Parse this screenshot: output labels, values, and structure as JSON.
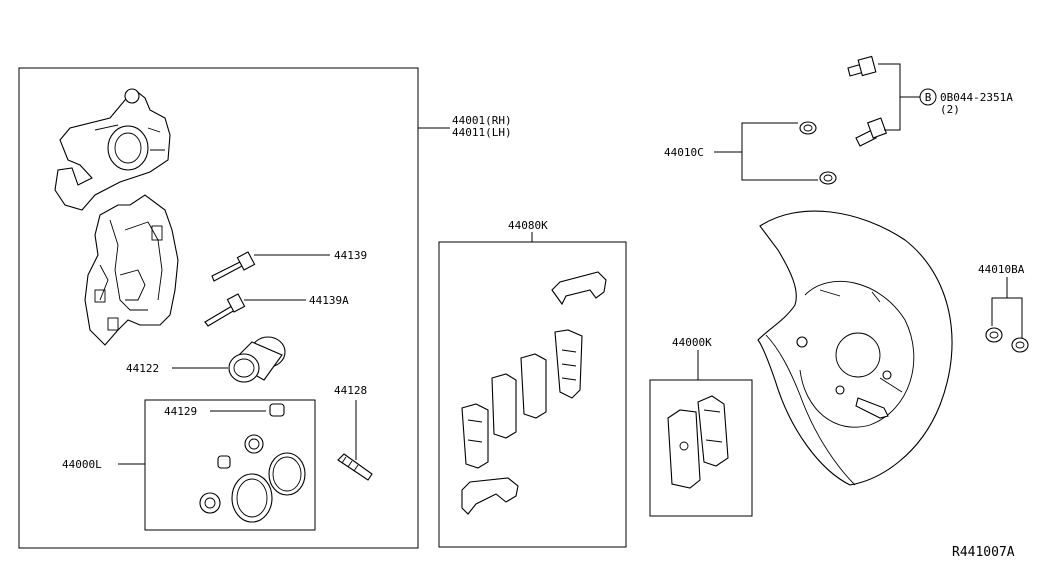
{
  "labels": {
    "caliper": "44001(RH)\n44011(LH)",
    "caliper_rh": "44001(RH)",
    "caliper_lh": "44011(LH)",
    "pin_bolt": "44139",
    "pin_bolt_a": "44139A",
    "piston": "44122",
    "bleeder": "44128",
    "cap": "44129",
    "seal_kit": "44000L",
    "hardware_kit": "44080K",
    "pad_kit": "44000K",
    "washer": "44010C",
    "bolt_code": "0B044-2351A",
    "bolt_qty": "(2)",
    "bolt_circle": "B",
    "nut": "44010BA",
    "diagram_id": "R441007A"
  }
}
